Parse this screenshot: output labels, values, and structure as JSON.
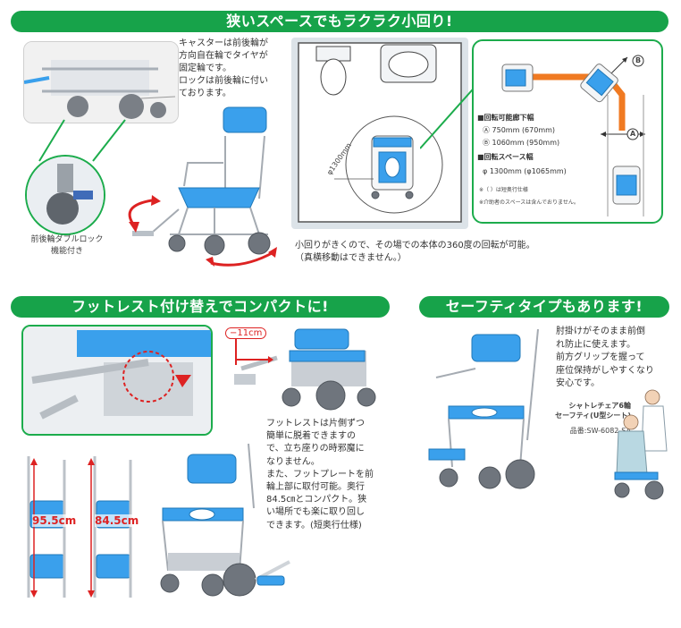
{
  "banners": {
    "top": "狭いスペースでもラクラク小回り!",
    "footrest": "フットレスト付け替えでコンパクトに!",
    "safety": "セーフティタイプもあります!"
  },
  "top_section": {
    "caster_text_lines": [
      "キャスターは前後輪が",
      "方向自在輪でタイヤが",
      "固定輪です。",
      "ロックは前後輪に付い",
      "ております。"
    ],
    "lock_caption_lines": [
      "前後輪ダブルロック",
      "機能付き"
    ],
    "turning_text_lines": [
      "小回りがきくので、その場での本体の360度の回転が可能。",
      "（真横移動はできません。）"
    ],
    "diagram": {
      "diameter_label": "φ1300mm",
      "legend_title_1": "■回転可能廊下幅",
      "legend_a": "Ⓐ 750mm (670mm)",
      "legend_b": "Ⓑ 1060mm (950mm)",
      "legend_title_2": "■回転スペース幅",
      "legend_diam": "φ 1300mm (φ1065mm)",
      "note_1": "※（  ）は短奥行仕様",
      "note_2": "※介助者のスペースは含んでおりません。",
      "marker_a": "A",
      "marker_b": "B"
    }
  },
  "footrest_section": {
    "minus_label": "−11cm",
    "body_lines": [
      "フットレストは片側ずつ",
      "簡単に脱着できますの",
      "で、立ち座りの時邪魔に",
      "なりません。",
      "また、フットプレートを前",
      "輪上部に取付可能。奥行",
      "84.5㎝とコンパクト。狭",
      "い場所でも楽に取り回し",
      "できます。(短奥行仕様)"
    ],
    "dim_1": "95.5cm",
    "dim_2": "84.5cm"
  },
  "safety_section": {
    "body_lines": [
      "肘掛けがそのまま前倒",
      "れ防止に使えます。",
      "前方グリップを握って",
      "座位保持がしやすくなり",
      "安心です。"
    ],
    "product_name_1": "シャトレチェア6輪",
    "product_name_2": "セーフティ(U型シート)",
    "product_code": "品番:SW-6082-SA"
  },
  "colors": {
    "brand_green": "#17a34a",
    "chair_blue": "#3aa0ec",
    "dimension_red": "#d22222",
    "arrow_orange": "#f07a22"
  }
}
